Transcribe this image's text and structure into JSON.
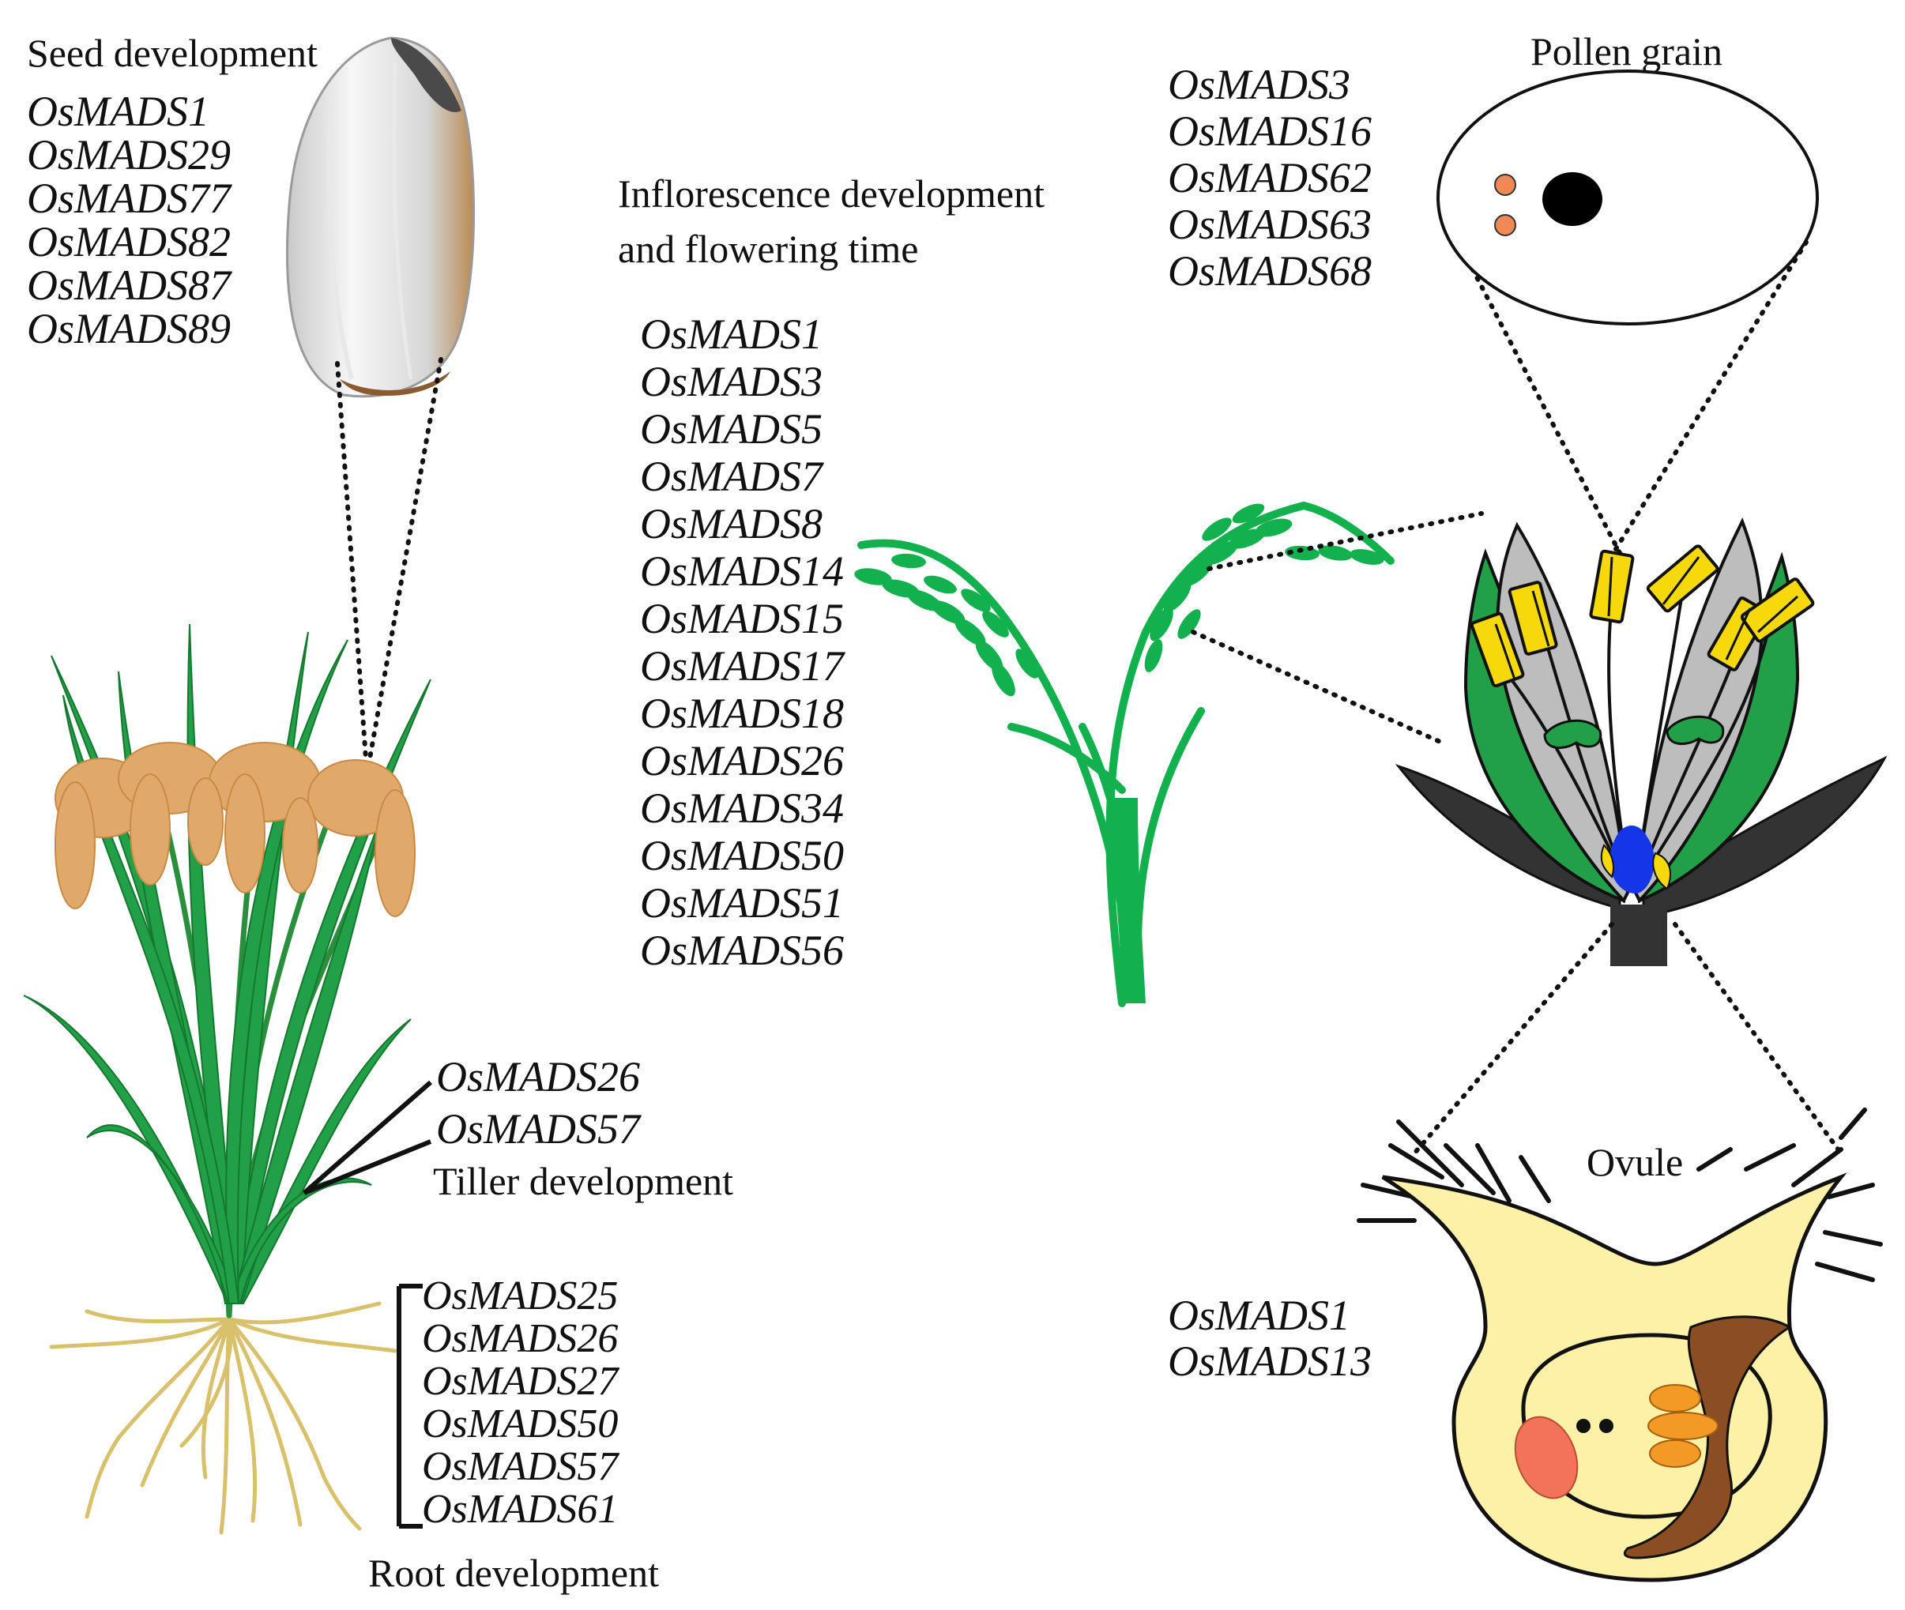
{
  "labels": {
    "seed_development": "Seed development",
    "inflorescence_line1": "Inflorescence development",
    "inflorescence_line2": "and flowering time",
    "pollen_grain": "Pollen grain",
    "tiller_development": "Tiller development",
    "root_development": "Root development",
    "ovule": "Ovule"
  },
  "genes": {
    "seed": [
      "OsMADS1",
      "OsMADS29",
      "OsMADS77",
      "OsMADS82",
      "OsMADS87",
      "OsMADS89"
    ],
    "inflorescence": [
      "OsMADS1",
      "OsMADS3",
      "OsMADS5",
      "OsMADS7",
      "OsMADS8",
      "OsMADS14",
      "OsMADS15",
      "OsMADS17",
      "OsMADS18",
      "OsMADS26",
      "OsMADS34",
      "OsMADS50",
      "OsMADS51",
      "OsMADS56"
    ],
    "pollen": [
      "OsMADS3",
      "OsMADS16",
      "OsMADS62",
      "OsMADS63",
      "OsMADS68"
    ],
    "tiller": [
      "OsMADS26",
      "OsMADS57"
    ],
    "root": [
      "OsMADS25",
      "OsMADS26",
      "OsMADS27",
      "OsMADS50",
      "OsMADS57",
      "OsMADS61"
    ],
    "ovule": [
      "OsMADS1",
      "OsMADS13"
    ]
  },
  "icons": {
    "seed": "rice-grain-icon",
    "plant": "rice-plant-icon",
    "panicle": "rice-panicle-icon",
    "flower": "rice-floret-icon",
    "pollen": "pollen-grain-icon",
    "ovule": "ovule-icon"
  },
  "colors": {
    "leaf_green": "#1f9e45",
    "panicle_green": "#12b14d",
    "anther_yellow": "#f5d90a",
    "pistil_blue": "#1536e8",
    "lemma_gray": "#bdbdbd",
    "glume_dark": "#333333",
    "ovule_yellow": "#fdf1a8",
    "ovule_brown": "#8a4e22",
    "nuclei_orange": "#f39a26",
    "egg_red": "#f2735a",
    "pollen_orange": "#ef8a57",
    "root_tan": "#d9c06a",
    "grain_tan": "#e0a96a"
  }
}
